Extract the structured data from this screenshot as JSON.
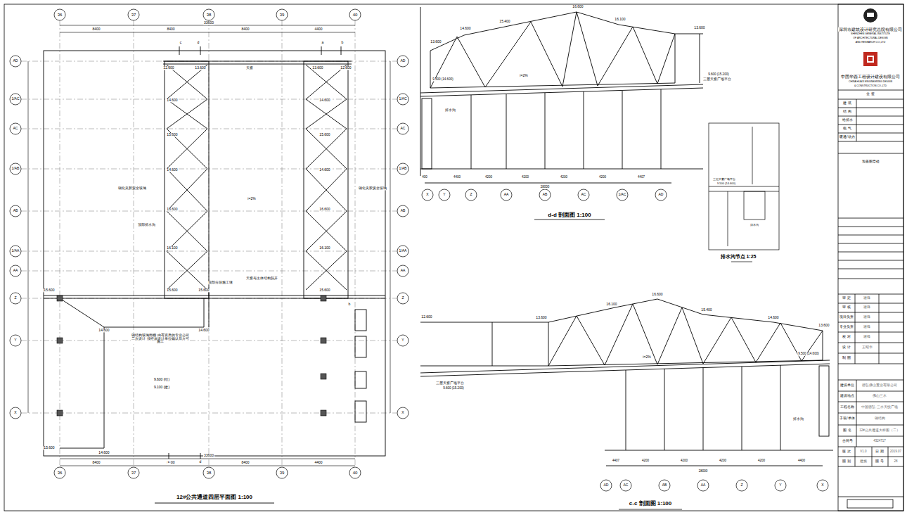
{
  "diagram": {
    "labels": [
      "12#公共通道四层平面图 1:100",
      "36",
      "37",
      "38",
      "39",
      "40",
      "36",
      "37",
      "38",
      "39",
      "40",
      "8400",
      "8400",
      "8400",
      "4400",
      "33600",
      "8400",
      "8400",
      "8400",
      "4400",
      "33600",
      "AD",
      "1/AC",
      "AC",
      "1/AB",
      "AB",
      "1/AA",
      "AA",
      "Z",
      "Y",
      "X",
      "AD",
      "1/AC",
      "AC",
      "1/AB",
      "AB",
      "1/AA",
      "AA",
      "Z",
      "Y",
      "X",
      "12.600",
      "13.600",
      "13.600",
      "12.600",
      "14.600",
      "15.600",
      "14.600",
      "16.600",
      "16.100",
      "14.600",
      "15.600",
      "14.600",
      "16.600",
      "16.100",
      "15.600",
      "15.600",
      "15.600",
      "15.600",
      "14.600",
      "14.600",
      "15.600",
      "14.600",
      "钢化夹胶安全玻璃",
      "钢化夹胶安全玻璃",
      "顶部排水沟",
      "天窗",
      "天窗与主体结构脱开",
      "顶部分段施工缝",
      "i=2%",
      "钢结构玻璃雨棚 由有资质的专业公司二次设计 须经原设计单位确认后方可施工",
      "9.600 (结)",
      "9.100 (建)",
      "c",
      "d",
      "a",
      "b",
      "c",
      "d",
      "b",
      "d-d 剖面图 1:100",
      "16.600",
      "16.100",
      "15.400",
      "14.600",
      "13.600",
      "13.600",
      "三层天窗广场平台",
      "9.600 (15.200)",
      "9.500 (14.600)",
      "i=2%",
      "排水沟",
      "400",
      "4400",
      "4200",
      "4200",
      "4200",
      "4200",
      "4407",
      "28000",
      "X",
      "Y",
      "Z",
      "AA",
      "AB",
      "AC",
      "1/AC",
      "AD",
      "排水沟节点 1:25",
      "三层天窗广场平台",
      "9.500 (14.600)",
      "排水沟",
      "c-c 剖面图 1:100",
      "16.600",
      "16.100",
      "15.400",
      "14.600",
      "13.600",
      "12.600",
      "13.600",
      "三层天窗广场平台",
      "9.600 (15.200)",
      "9.500 (14.600)",
      "i=2%",
      "排水沟",
      "4407",
      "4200",
      "4200",
      "4200",
      "4200",
      "4400",
      "28000",
      "AD",
      "AC",
      "AB",
      "AA",
      "Z",
      "Y",
      "X",
      "深圳市建筑设计研究总院有限公司",
      "SHENZHEN GENERAL INSTITUTE",
      "OF ARCHITECTURAL DESIGN",
      "AND RESEARCH CO.,LTD",
      "中国华西工程设计建设有限公司",
      "CHINA HUAXI ENGINEERING DESIGN",
      "& CONSTRUCTION CO.,LTD",
      "会 签",
      "建 筑",
      "结 构",
      "给排水",
      "电 气",
      "暖通/动力",
      "加盖图章处",
      "审 定",
      "审 核",
      "项目负责",
      "专业负责",
      "校 对",
      "设 计",
      "制 图",
      "谢锋",
      "谢锋",
      "谢锋",
      "谢锋",
      "谢锋",
      "王昭华",
      "建设单位",
      "德弘佛山置业有限公司",
      "建设地点",
      "佛山三水",
      "工程名称",
      "中国德弘·三水天悦广场",
      "子项/单体",
      "钢结构",
      "图 名",
      "12#公共通道大样图（二）",
      "合同号",
      "4324717",
      "版 次",
      "V1.0",
      "日 期",
      "2019.07",
      "图 别",
      "建施",
      "图 号",
      "28"
    ]
  }
}
